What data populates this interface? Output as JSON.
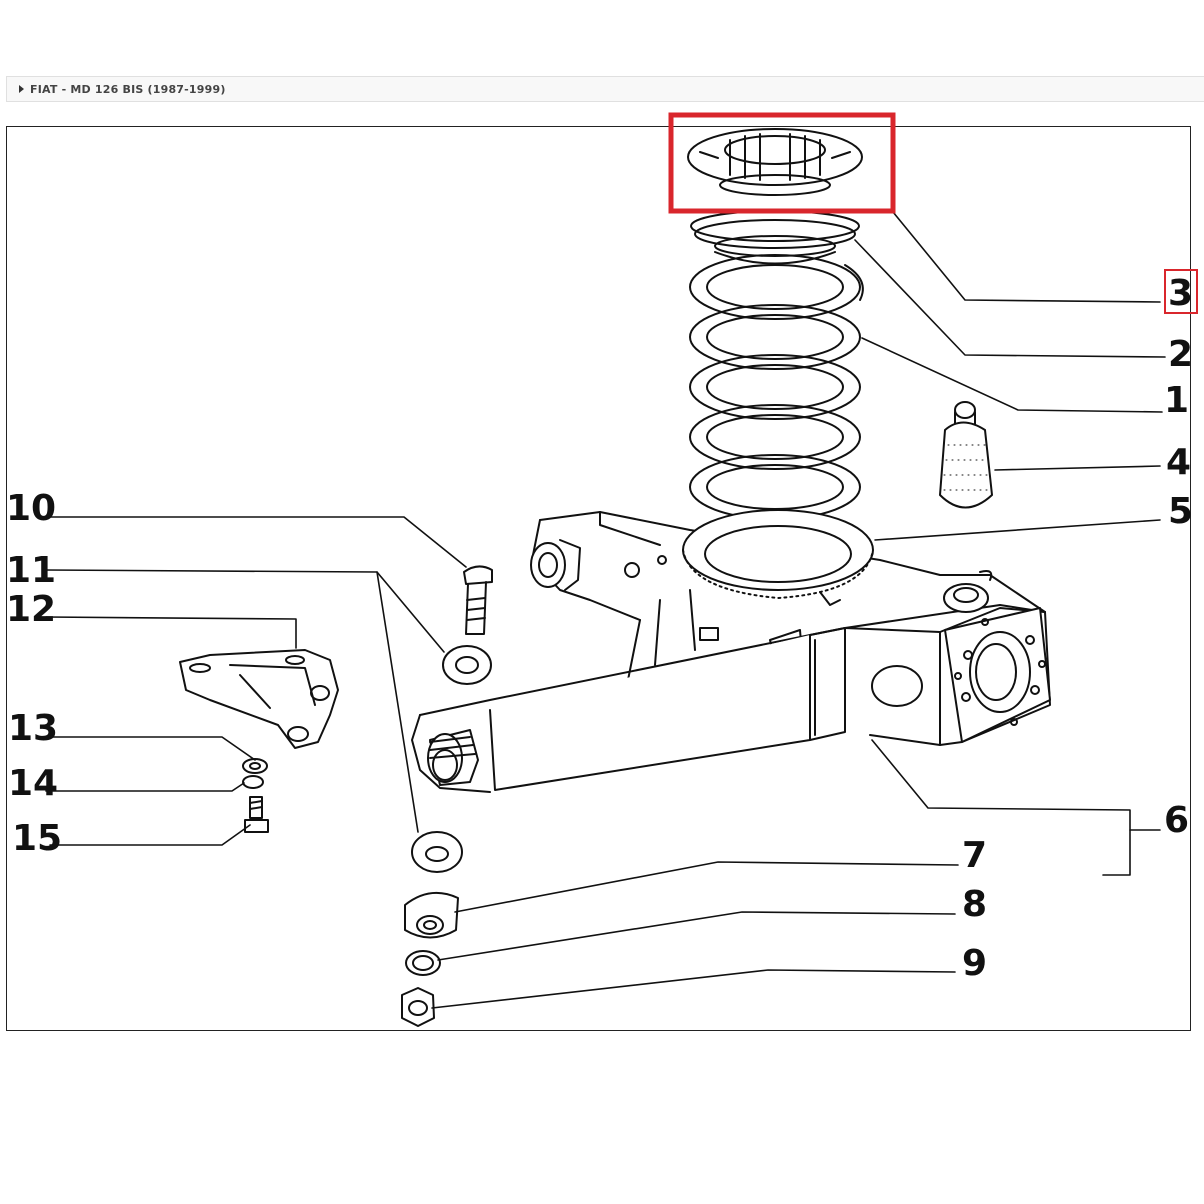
{
  "breadcrumb": {
    "text": "FIAT - MD 126 BIS (1987-1999)"
  },
  "highlight_color": "#d9262c",
  "diagram": {
    "callouts": {
      "c1": "1",
      "c2": "2",
      "c3": "3",
      "c4": "4",
      "c5": "5",
      "c6": "6",
      "c7": "7",
      "c8": "8",
      "c9": "9",
      "c10": "10",
      "c11": "11",
      "c12": "12",
      "c13": "13",
      "c14": "14",
      "c15": "15"
    },
    "selected_part": "3"
  }
}
